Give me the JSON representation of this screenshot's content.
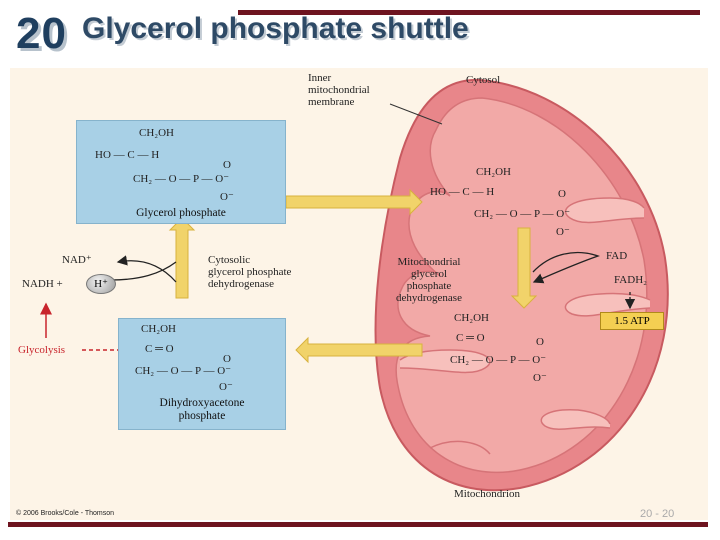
{
  "slide": {
    "number": "20",
    "title": "Glycerol phosphate shuttle",
    "page_ref": "20 - 20"
  },
  "labels": {
    "inner_membrane": "Inner\nmitochondrial\nmembrane",
    "cytosol": "Cytosol",
    "mitochondrion": "Mitochondrion",
    "cytosolic_enzyme": "Cytosolic\nglycerol phosphate\ndehydrogenase",
    "mito_enzyme": "Mitochondrial\nglycerol\nphosphate\ndehydrogenase",
    "nad_plus": "NAD⁺",
    "nadh": "NADH +",
    "h_plus": "H⁺",
    "glycolysis": "Glycolysis",
    "fad": "FAD",
    "fadh2": "FADH₂",
    "atp": "1.5 ATP",
    "copyright": "© 2006 Brooks/Cole - Thomson"
  },
  "molecules": {
    "glycerol_phosphate": {
      "name": "Glycerol phosphate",
      "row1": "CH₂OH",
      "row2": "HO — C — H",
      "row3_o": "O",
      "row3": "CH₂ — O — P — O⁻",
      "row4": "O⁻"
    },
    "dhap": {
      "name": "Dihydroxyacetone\nphosphate",
      "row1": "CH₂OH",
      "row2": "C ═ O",
      "row3_o": "O",
      "row3": "CH₂ — O — P — O⁻",
      "row4": "O⁻"
    }
  },
  "colors": {
    "header_bar": "#6e1420",
    "box_fill": "#a8d0e6",
    "mito_outer": "#e8868a",
    "mito_inner": "#f2a9a7",
    "arrow_yellow": "#f1d36a",
    "atp_fill": "#f4cf52",
    "glycolysis_red": "#c8242c"
  }
}
